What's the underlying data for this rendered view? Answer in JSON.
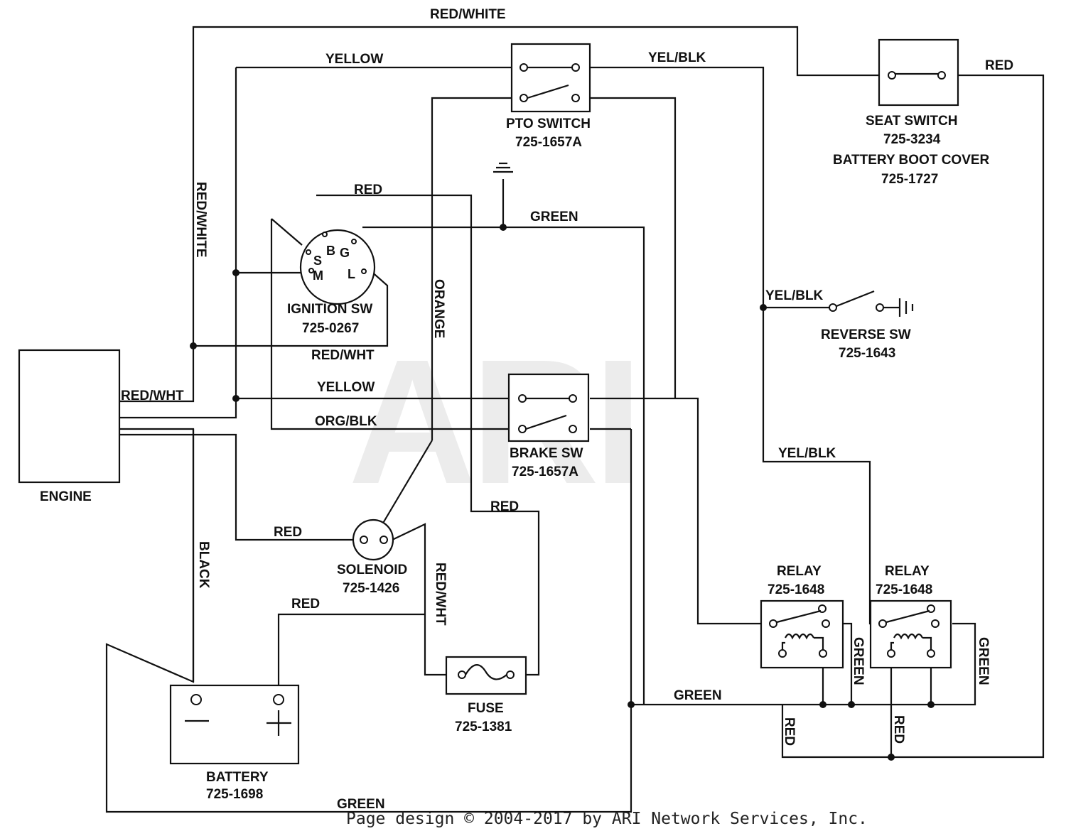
{
  "watermark": "ARI",
  "footer": "Page design © 2004-2017 by ARI Network Services, Inc.",
  "components": {
    "engine": {
      "name": "ENGINE"
    },
    "ignition": {
      "name": "IGNITION SW",
      "part": "725-0267",
      "pins": {
        "s": "S",
        "b": "B",
        "g": "G",
        "m": "M",
        "l": "L"
      }
    },
    "pto": {
      "name": "PTO SWITCH",
      "part": "725-1657A"
    },
    "seat": {
      "name": "SEAT SWITCH",
      "part": "725-3234",
      "cover": "BATTERY BOOT COVER",
      "cover_part": "725-1727"
    },
    "reverse": {
      "name": "REVERSE SW",
      "part": "725-1643"
    },
    "brake": {
      "name": "BRAKE SW",
      "part": "725-1657A"
    },
    "solenoid": {
      "name": "SOLENOID",
      "part": "725-1426"
    },
    "fuse": {
      "name": "FUSE",
      "part": "725-1381"
    },
    "battery": {
      "name": "BATTERY",
      "part": "725-1698",
      "neg": "—",
      "pos": "+"
    },
    "relay1": {
      "name": "RELAY",
      "part": "725-1648"
    },
    "relay2": {
      "name": "RELAY",
      "part": "725-1648"
    }
  },
  "wires": {
    "red_white_top": "RED/WHITE",
    "yellow_top": "YELLOW",
    "yel_blk_top": "YEL/BLK",
    "red_seat": "RED",
    "red_ign": "RED",
    "green_ign": "GREEN",
    "red_white_vert": "RED/WHITE",
    "orange": "ORANGE",
    "red_wht_ign": "RED/WHT",
    "red_wht_engine": "RED/WHT",
    "yellow_mid": "YELLOW",
    "org_blk": "ORG/BLK",
    "yel_blk_rev": "YEL/BLK",
    "yel_blk_relay": "YEL/BLK",
    "red_fuse": "RED",
    "red_sol": "RED",
    "red_wht_fuse": "RED/WHT",
    "black": "BLACK",
    "red_batt": "RED",
    "green_bottom": "GREEN",
    "green_relay1": "GREEN",
    "green_relay2": "GREEN",
    "red_relay1": "RED",
    "red_relay2": "RED",
    "green_batt": "GREEN"
  }
}
